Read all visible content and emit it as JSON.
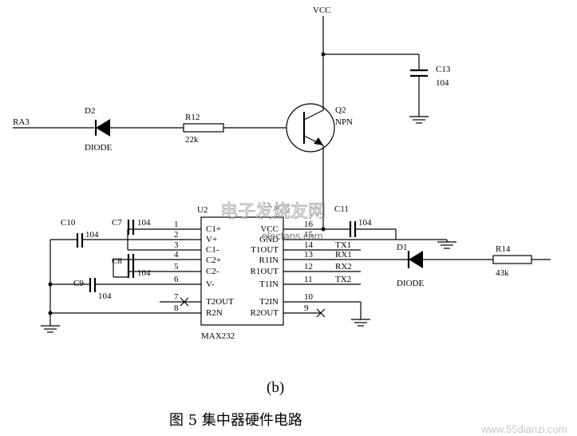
{
  "components": {
    "vcc": "VCC",
    "c13": {
      "ref": "C13",
      "value": "104"
    },
    "q2": {
      "ref": "Q2",
      "type": "NPN"
    },
    "ra3": "RA3",
    "d2": {
      "ref": "D2",
      "type": "DIODE"
    },
    "r12": {
      "ref": "R12",
      "value": "22k"
    },
    "u2": {
      "ref": "U2",
      "part": "MAX232"
    },
    "c10": {
      "ref": "C10",
      "value": "104"
    },
    "c7": {
      "ref": "C7",
      "value": "104"
    },
    "c8": {
      "ref": "C8",
      "value": "104"
    },
    "c9": {
      "ref": "C9",
      "value": "104"
    },
    "c11": {
      "ref": "C11",
      "value": "104"
    },
    "d1": {
      "ref": "D1",
      "type": "DIODE"
    },
    "r14": {
      "ref": "R14",
      "value": "43k"
    }
  },
  "pins_left": [
    {
      "num": "1",
      "name": "C1+"
    },
    {
      "num": "2",
      "name": "V+"
    },
    {
      "num": "3",
      "name": "C1-"
    },
    {
      "num": "4",
      "name": "C2+"
    },
    {
      "num": "5",
      "name": "C2-"
    },
    {
      "num": "6",
      "name": "V-"
    },
    {
      "num": "7",
      "name": "T2OUT"
    },
    {
      "num": "8",
      "name": "R2N"
    }
  ],
  "pins_right": [
    {
      "num": "16",
      "name": "VCC"
    },
    {
      "num": "15",
      "name": "GND"
    },
    {
      "num": "14",
      "name": "T1OUT"
    },
    {
      "num": "13",
      "name": "R1IN"
    },
    {
      "num": "12",
      "name": "R1OUT"
    },
    {
      "num": "11",
      "name": "T1IN"
    },
    {
      "num": "10",
      "name": "T2IN"
    },
    {
      "num": "9",
      "name": "R2OUT"
    }
  ],
  "nets": {
    "tx1": "TX1",
    "rx1": "RX1",
    "rx2": "RX2",
    "tx2": "TX2"
  },
  "subcaption": "(b)",
  "caption": "图 5   集中器硬件电路",
  "watermark": {
    "cn": "电子发烧友网",
    "domain": "elecfans.com",
    "site": "www.55dianzi.com"
  }
}
